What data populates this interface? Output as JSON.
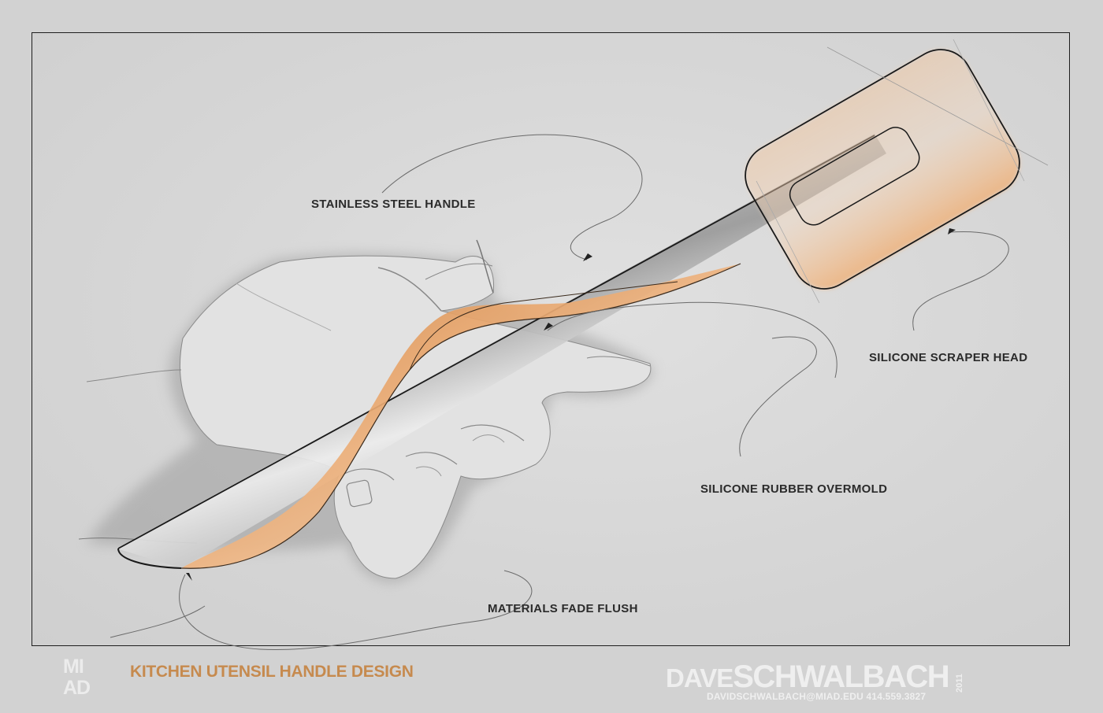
{
  "callouts": {
    "handle": "STAINLESS STEEL HANDLE",
    "head": "SILICONE SCRAPER HEAD",
    "overmold": "SILICONE RUBBER OVERMOLD",
    "flush": "MATERIALS FADE FLUSH"
  },
  "footer": {
    "logo_top": "MI",
    "logo_bottom": "AD",
    "title": "KITCHEN UTENSIL HANDLE DESIGN",
    "author_first": "DAVE",
    "author_last": "SCHWALBACH",
    "year": "2011",
    "contact": "DAVIDSCHWALBACH@MIAD.EDU 414.559.3827"
  },
  "colors": {
    "accent": "#c68a4e",
    "background": "#d2d2d2",
    "silicone": "#e5a46a",
    "frame": "#1e1e1e"
  },
  "icons": [
    "arrowhead-icon"
  ]
}
